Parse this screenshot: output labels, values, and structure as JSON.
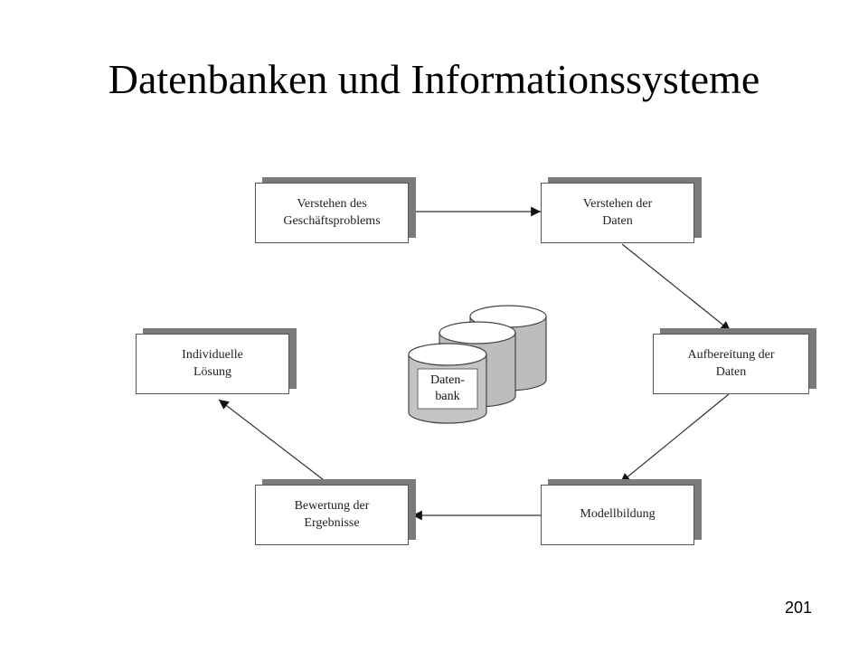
{
  "slide": {
    "title": "Datenbanken und Informationssysteme",
    "page_number": "201"
  },
  "diagram": {
    "nodes": {
      "business": "Verstehen des\nGeschäftsproblems",
      "data_understanding": "Verstehen der\nDaten",
      "preparation": "Aufbereitung der\nDaten",
      "modeling": "Modellbildung",
      "evaluation": "Bewertung der\nErgebnisse",
      "solution": "Individuelle\nLösung"
    },
    "database_label": "Daten-\nbank",
    "colors": {
      "box_shadow": "#7a7a7a",
      "border": "#555555",
      "cylinder_body": "#bdbdbd",
      "cylinder_front": "#d4d4d4"
    }
  }
}
